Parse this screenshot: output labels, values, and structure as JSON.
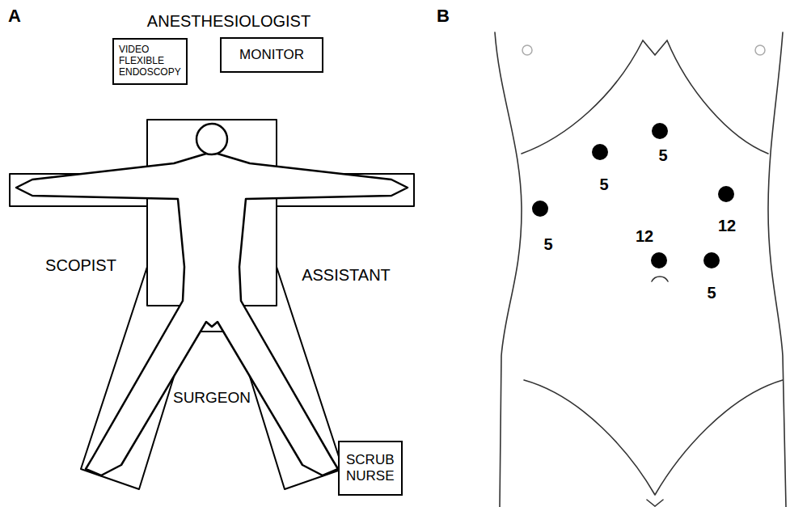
{
  "diagram": {
    "nodes": [
      {
        "text": [
          "VIDEO FLEXIBLE ENDOSCOPY"
        ]
      },
      {
        "text": [
          "MONITOR"
        ]
      },
      {
        "text": [
          "SCRUB NURSE"
        ]
      }
    ],
    "labels": [
      "A",
      "ANESTHESIOLOGIST",
      "SCOPIST",
      "ASSISTANT",
      "SURGEON",
      "B",
      "5",
      "5",
      "12",
      "12",
      "5",
      "5"
    ]
  }
}
